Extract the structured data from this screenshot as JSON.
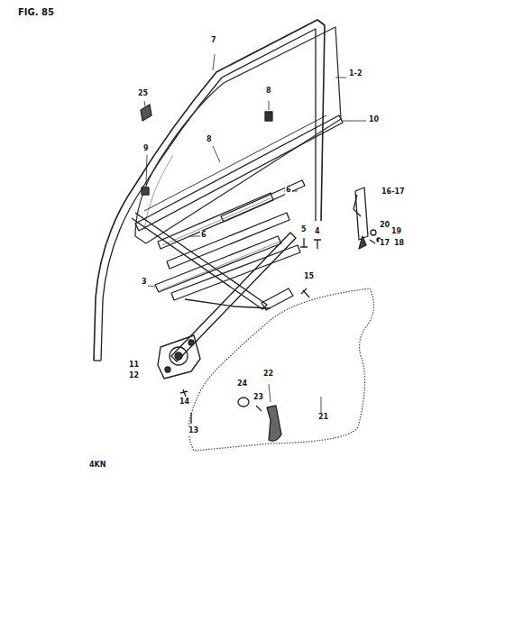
{
  "diagram": {
    "title": "FIG. 85",
    "labels": [
      "7",
      "1-2",
      "25",
      "8",
      "10",
      "9",
      "8",
      "6",
      "6",
      "5",
      "4",
      "16-17",
      "20",
      "19",
      "17",
      "18",
      "3",
      "15",
      "11",
      "12",
      "22",
      "24",
      "23",
      "14",
      "13",
      "21",
      "4KN"
    ]
  }
}
